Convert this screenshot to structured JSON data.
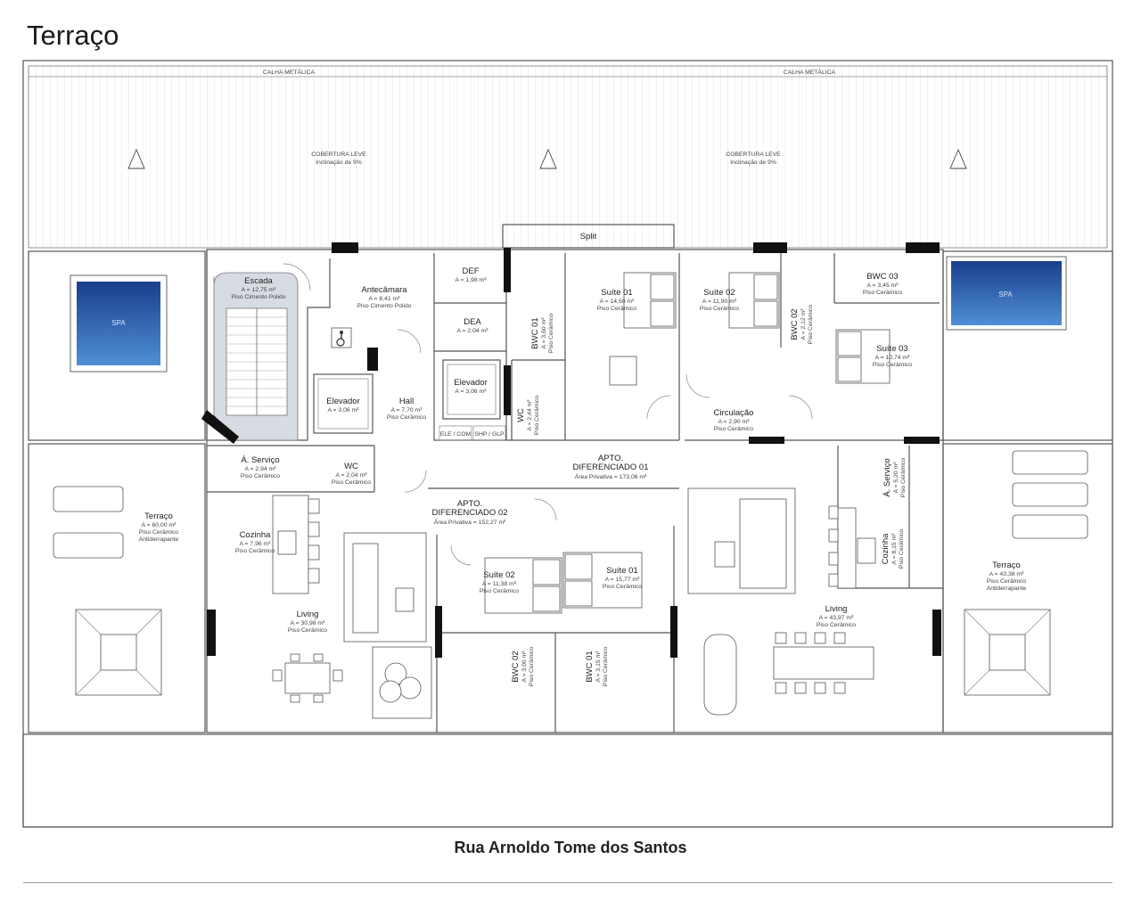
{
  "page": {
    "title": "Terraço",
    "street": "Rua Arnoldo Tome dos Santos"
  },
  "roof": {
    "gutter_label": "CALHA METÁLICA",
    "cover_label": "COBERTURA LEVE",
    "slope_label": "Inclinação de 9%",
    "split_label": "Split"
  },
  "spa": {
    "label": "SPA"
  },
  "rooms": {
    "escada": {
      "name": "Escada",
      "area": "A = 12,75 m²",
      "floor": "Piso Cimento Polido"
    },
    "antecamara": {
      "name": "Antecâmara",
      "area": "A = 8,41 m²",
      "floor": "Piso Cimento Polido"
    },
    "def": {
      "name": "DEF",
      "area": "A = 1,98 m²"
    },
    "dea": {
      "name": "DEA",
      "area": "A = 2,04 m²"
    },
    "elevador_left": {
      "name": "Elevador",
      "area": "A = 3,06 m²"
    },
    "elevador_right": {
      "name": "Elevador",
      "area": "A = 3,06 m²"
    },
    "hall": {
      "name": "Hall",
      "area": "A = 7,70 m²",
      "floor": "Piso Cerâmico"
    },
    "ele_com": {
      "name": "ELE / COM"
    },
    "shp_glp": {
      "name": "SHP / GLP"
    },
    "bwc01_apt1": {
      "name": "BWC 01",
      "area": "A = 3,60 m²",
      "floor": "Piso Cerâmico"
    },
    "wc_apt1": {
      "name": "WC",
      "area": "A = 2,44 m²",
      "floor": "Piso Cerâmico"
    },
    "suite01_apt1": {
      "name": "Suíte 01",
      "area": "A = 14,50 m²",
      "floor": "Piso Cerâmico"
    },
    "suite02_apt1": {
      "name": "Suíte 02",
      "area": "A = 11,90 m²",
      "floor": "Piso Cerâmico"
    },
    "bwc02_apt1": {
      "name": "BWC 02",
      "area": "A = 2,12 m²",
      "floor": "Piso Cerâmico"
    },
    "bwc03_apt1": {
      "name": "BWC 03",
      "area": "A = 3,45 m²",
      "floor": "Piso Cerâmico"
    },
    "suite03_apt1": {
      "name": "Suíte 03",
      "area": "A = 10,74 m²",
      "floor": "Piso Cerâmico"
    },
    "circulacao": {
      "name": "Circulação",
      "area": "A = 2,90 m²",
      "floor": "Piso Cerâmico"
    },
    "servico_left": {
      "name": "Á. Serviço",
      "area": "A = 2,94 m²",
      "floor": "Piso Cerâmico"
    },
    "wc_apt2": {
      "name": "WC",
      "area": "A = 2,04 m²",
      "floor": "Piso Cerâmico"
    },
    "cozinha_left": {
      "name": "Cozinha",
      "area": "A = 7,96 m²",
      "floor": "Piso Cerâmico"
    },
    "living_left": {
      "name": "Living",
      "area": "A = 30,98 m²",
      "floor": "Piso Cerâmico"
    },
    "suite02_apt2": {
      "name": "Suíte 02",
      "area": "A = 11,38 m²",
      "floor": "Piso Cerâmico"
    },
    "suite01_apt2": {
      "name": "Suíte 01",
      "area": "A = 15,77 m²",
      "floor": "Piso Cerâmico"
    },
    "bwc02_apt2": {
      "name": "BWC 02",
      "area": "A = 3,00 m²",
      "floor": "Piso Cerâmico"
    },
    "bwc01_apt2": {
      "name": "BWC 01",
      "area": "A = 3,15 m²",
      "floor": "Piso Cerâmico"
    },
    "servico_right": {
      "name": "Á. Serviço",
      "area": "A = 5,20 m²",
      "floor": "Piso Cerâmico"
    },
    "cozinha_right": {
      "name": "Cozinha",
      "area": "A = 8,15 m²",
      "floor": "Piso Cerâmico"
    },
    "living_right": {
      "name": "Living",
      "area": "A = 43,97 m²",
      "floor": "Piso Cerâmico"
    },
    "terraco_left": {
      "name": "Terraço",
      "area": "A = 60,00 m²",
      "floor": "Piso Cerâmico",
      "finish": "Antiderrapante"
    },
    "terraco_right": {
      "name": "Terraço",
      "area": "A = 43,38 m²",
      "floor": "Piso Cerâmico",
      "finish": "Antiderrapante"
    }
  },
  "apartments": {
    "apt1": {
      "line1": "APTO.",
      "line2": "DIFERENCIADO 01",
      "area": "Área Privativa = 173,06 m²"
    },
    "apt2": {
      "line1": "APTO.",
      "line2": "DIFERENCIADO 02",
      "area": "Área Privativa = 152,27 m²"
    }
  },
  "colors": {
    "spa_dark": "#1a3f8c",
    "spa_light": "#4f8fd6",
    "wall_fill": "#111111",
    "stair_fill": "#b9bfc9"
  }
}
